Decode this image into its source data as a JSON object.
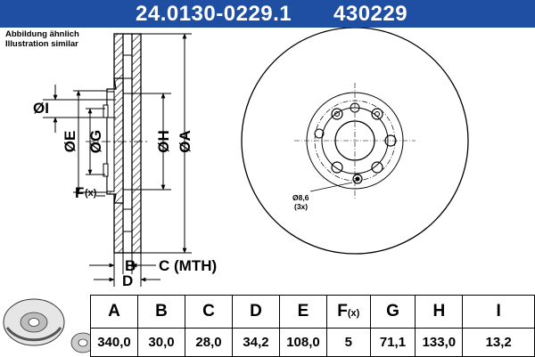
{
  "header": {
    "part_number": "24.0130-0229.1",
    "ref_number": "430229",
    "color": "#1f4fa3"
  },
  "note": {
    "line1": "Abbildung ähnlich",
    "line2": "Illustration similar"
  },
  "dimension_labels": {
    "I": "ØI",
    "E": "ØE",
    "G": "ØG",
    "H": "ØH",
    "A": "ØA",
    "F": "F",
    "F_suffix": "(x)",
    "B": "B",
    "C": "C (MTH)",
    "D": "D"
  },
  "hole_note": {
    "diameter": "Ø8,6",
    "count": "(3x)"
  },
  "spec_table": {
    "headers": [
      "A",
      "B",
      "C",
      "D",
      "E",
      "F",
      "G",
      "H",
      "I"
    ],
    "header_f_suffix": "(x)",
    "values": [
      "340,0",
      "30,0",
      "28,0",
      "34,2",
      "108,0",
      "5",
      "71,1",
      "133,0",
      "13,2"
    ]
  }
}
